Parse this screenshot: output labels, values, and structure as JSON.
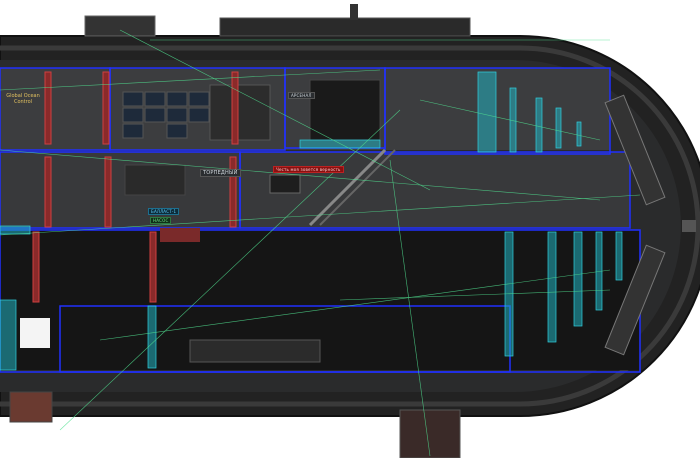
{
  "labels": {
    "torpedo_room": "ТОРПЕДНЫЙ",
    "ballast": "БАЛЛАСТ-1",
    "motto": "Честь моя зовется верность",
    "armory": "АРСЕНАЛ",
    "pump_label": "НАСОС",
    "poster": "Global Ocean Control"
  },
  "colors": {
    "hull": "#1c1c1c",
    "wall_line": "#2030ff",
    "door": "#b03838",
    "wire": "#50e090",
    "water_marker": "#20b0c0"
  }
}
